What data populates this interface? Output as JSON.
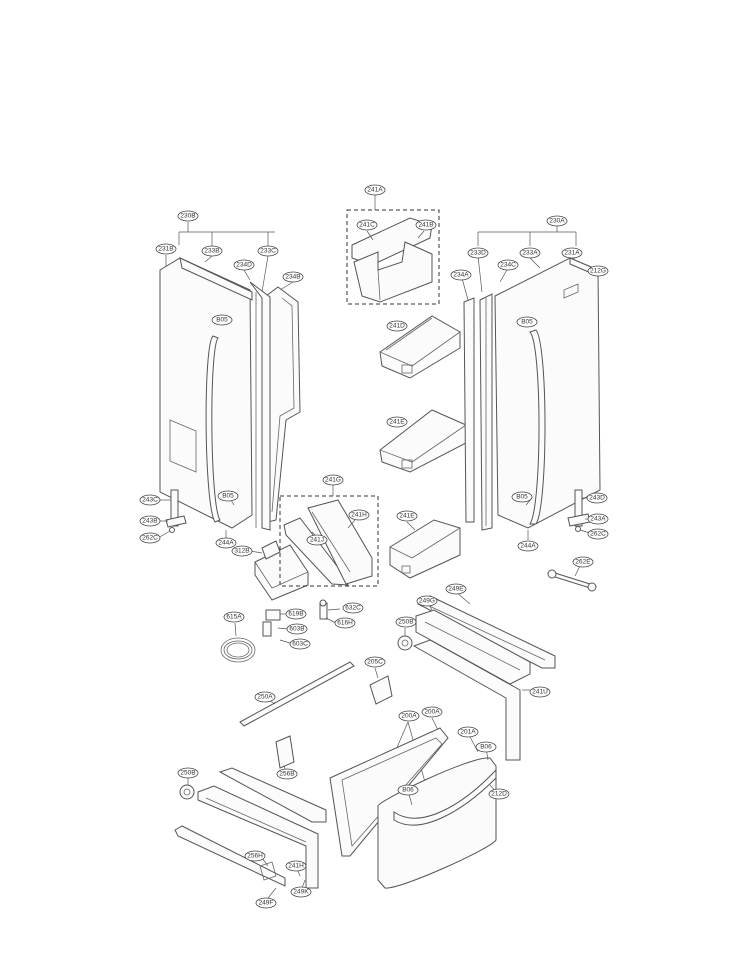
{
  "labels": {
    "l230B": "230B",
    "l231B": "231B",
    "l233B": "233B",
    "l233C_left": "233C",
    "l234D_left": "234D",
    "l234B": "234B",
    "lB05_left_top": "B05",
    "lB05_left_bot": "B05",
    "l243C": "243C",
    "l243B": "243B",
    "l262C_left": "262C",
    "l244A_left": "244A",
    "l312B": "312B",
    "l241A": "241A",
    "l241C": "241C",
    "l241B": "241B",
    "l241D": "241D",
    "l241E_mid": "241E",
    "l241G": "241G",
    "l241H": "241H",
    "l241J": "241J",
    "l241E_low": "241E",
    "l230A": "230A",
    "l233D": "233D",
    "l233A": "233A",
    "l231A": "231A",
    "l234A": "234A",
    "l234C": "234C",
    "l212G": "212G",
    "lB05_right_top": "B05",
    "lB05_right_bot": "B05",
    "l243D": "243D",
    "l243A": "243A",
    "l262C_right": "262C",
    "l244A_right": "244A",
    "l262E": "262E",
    "l615A": "615A",
    "l619B": "619B",
    "l603B": "603B",
    "l603C": "603C",
    "l632C": "632C",
    "l616H": "616H",
    "l249E": "249E",
    "l249G": "249G",
    "l250B_top": "250B",
    "l205C": "205C",
    "l241U": "241U",
    "l250A": "250A",
    "l200A_left": "200A",
    "l200A_right": "200A",
    "l201A": "201A",
    "lB06_right": "B06",
    "lB06_mid": "B06",
    "l212D": "212D",
    "l256B": "256B",
    "l250B_bot": "250B",
    "l256H": "256H",
    "l241H_low": "241H",
    "l249K": "249K",
    "l249F": "249F"
  }
}
